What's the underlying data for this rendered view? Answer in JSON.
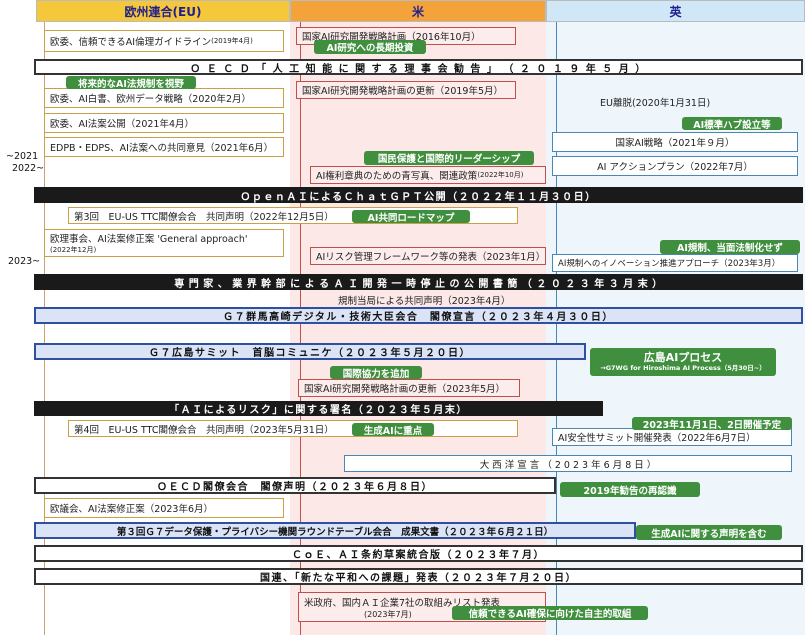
{
  "header": {
    "eu": "欧州連合(EU)",
    "us": "米",
    "uk": "英"
  },
  "side_labels": {
    "s2021": "~2021",
    "s2022": "2022~",
    "s2023": "2023~"
  },
  "eu_boxes": {
    "ai_ethics": "欧委、信頼できるAI倫理ガイドライン",
    "ai_ethics_date": "(2019年4月)",
    "white_paper": "欧委、AI白書、欧州データ戦略（2020年2月）",
    "ai_act_publish": "欧委、AI法案公開（2021年4月）",
    "edpb": "EDPB・EDPS、AI法案への共同意見（2021年6月）",
    "ttc3": "第3回　EU-US TTC閣僚会合　共同声明（2022年12月5日）",
    "general_approach": "欧理事会、AI法案修正案 'General approach'",
    "general_approach_date": "(2022年12月)",
    "ttc4": "第4回　EU-US TTC閣僚会合　共同声明（2023年5月31日）",
    "parliament": "欧議会、AI法案修正案（2023年6月）"
  },
  "us_boxes": {
    "rd_plan_2016": "国家AI研究開発戦略計画（2016年10月）",
    "rd_plan_2019": "国家AI研究開発戦略計画の更新（2019年5月）",
    "bill_of_rights": "AI権利章典のための青写真、関連政策",
    "bill_of_rights_date": "(2022年10月)",
    "rmf": "AIリスク管理フレームワーク等の発表（2023年1月）",
    "congress": "規制当局による共同声明（2023年4月）",
    "rd_plan_2023": "国家AI研究開発戦略計画の更新（2023年5月）",
    "commitments": "米政府、国内ＡＩ企業7社の取組みリスト発表",
    "commitments_date": "(2023年7月)"
  },
  "uk_boxes": {
    "brexit": "EU離脱(2020年1月31日)",
    "strategy": "国家AI戦略（2021年９月）",
    "action_plan": "AI アクションプラン（2022年7月）",
    "innovation": "AI規制へのイノベーション推進アプローチ（2023年3月）",
    "summit": "AI安全性サミット開催発表（2022年6月7日）",
    "atlantic": "大 西 洋 宣 言 （ 2 0 2 3 年 6 月 8 日 ）"
  },
  "bars": {
    "oecd_2019": "Ｏ Ｅ Ｃ Ｄ 「 人 工 知 能 に 関 す る 理 事 会 勧 告 」 （ ２ ０ １ ９ 年 ５ 月 ）",
    "chatgpt": "ＯｐｅｎＡＩによるＣｈａｔＧＰＴ公開（２０２２年１１月３０日）",
    "open_letter": "専 門 家 、 業 界 幹 部 に よ る Ａ Ｉ 開 発 一 時 停 止 の 公 開 書 簡 （ ２ ０ ２ ３ 年 ３ 月 末 ）",
    "g7_digital": "Ｇ７群馬高崎デジタル・技術大臣会合　閣僚宣言（２０２３年４月３０日）",
    "g7_summit": "Ｇ７広島サミット　首脳コミュニケ（２０２３年５月２０日）",
    "ai_risk": "「ＡＩによるリスク」に関する署名（２０２３年５月末）",
    "oecd_2023": "ＯＥＣＤ閣僚会合　閣僚声明（２０２３年６月８日）",
    "g7_privacy": "第３回Ｇ７データ保護・プライバシー機関ラウンドテーブル会合　成果文書（２０２３年６月２１日）",
    "coe": "ＣｏＥ、ＡＩ条約草案統合版（２０２３年７月）",
    "un": "国連、「新たな平和への課題」発表（２０２３年７月２０日）"
  },
  "tags": {
    "long_term": "AI研究への長期投資",
    "future_reg": "将来的なAI法規制を視野",
    "uk_standards": "AI標準ハブ設立等",
    "citizen": "国民保護と国際的リーダーシップ",
    "joint_roadmap": "AI共同ロードマップ",
    "uk_reg": "AI規制、当面法制化せず",
    "hiroshima": "広島AIプロセス",
    "hiroshima_sub": "→G7WG for Hiroshima AI Process（5月30日~）",
    "intl_coop": "国際協力を追加",
    "summit_date": "2023年11月1日、2日開催予定",
    "gen_ai": "生成AIに重点",
    "oecd_reconfirm": "2019年勧告の再認識",
    "gen_ai_stmt": "生成AIに関する声明を含む",
    "trusted": "信頼できるAI確保に向けた自主的取組"
  }
}
